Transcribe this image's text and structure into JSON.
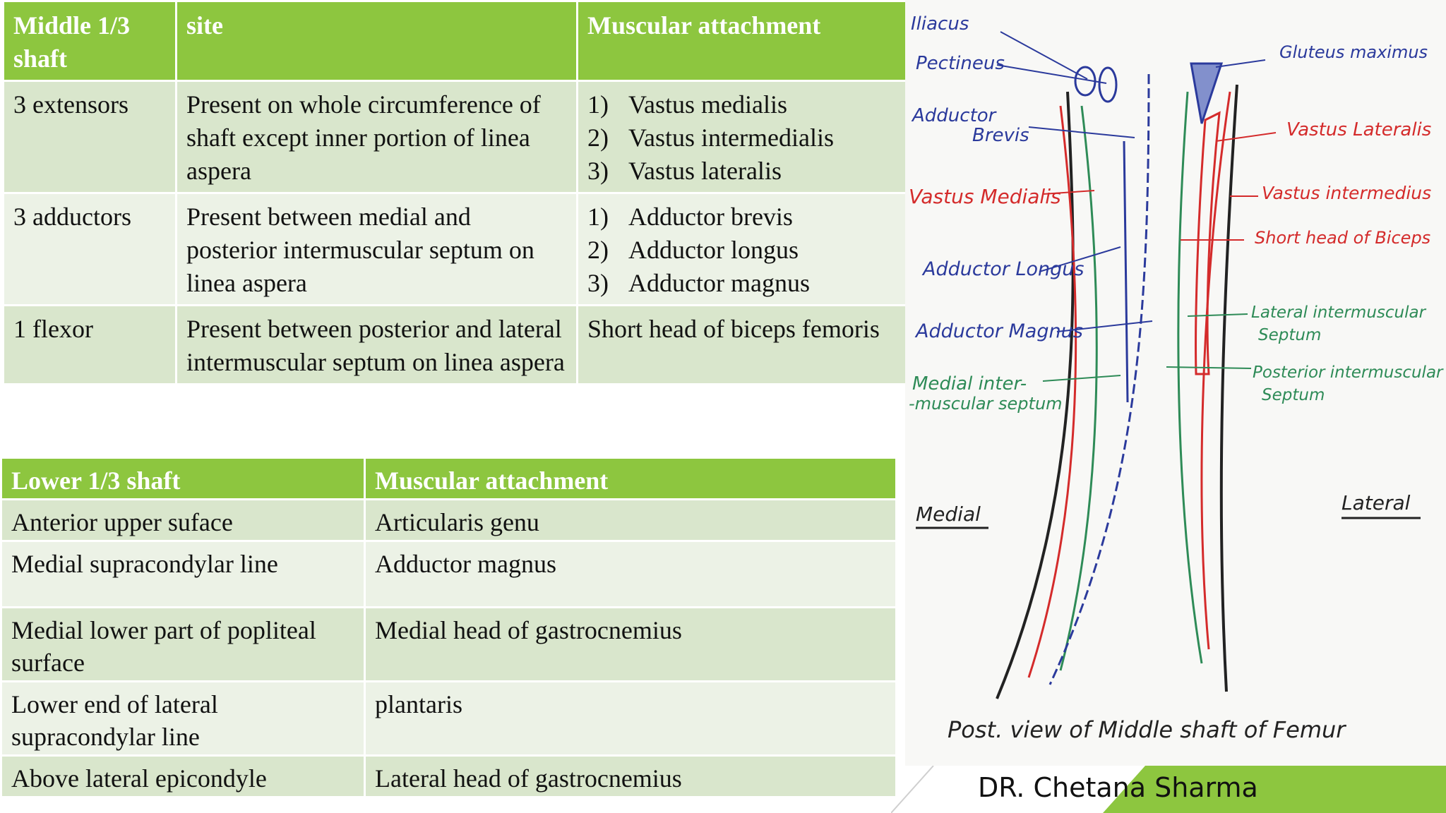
{
  "table_middle": {
    "headers": [
      "Middle 1/3 shaft",
      "site",
      "Muscular attachment"
    ],
    "rows": [
      {
        "group": "3 extensors",
        "site": "Present on whole circumference of shaft except inner portion of linea aspera",
        "attachments": [
          "Vastus medialis",
          "Vastus intermedialis",
          "Vastus lateralis"
        ]
      },
      {
        "group": "3 adductors",
        "site": "Present between medial and posterior intermuscular septum on linea aspera",
        "attachments": [
          "Adductor brevis",
          "Adductor longus",
          "Adductor magnus"
        ]
      },
      {
        "group": "1 flexor",
        "site": "Present between posterior and lateral intermuscular septum on linea aspera",
        "attachment": "Short head of biceps femoris"
      }
    ],
    "numbers": [
      "1)",
      "2)",
      "3)"
    ]
  },
  "table_lower": {
    "headers": [
      "Lower 1/3 shaft",
      "Muscular attachment"
    ],
    "rows": [
      {
        "site": "Anterior upper suface",
        "attachment": "Articularis genu"
      },
      {
        "site": "Medial supracondylar line",
        "attachment": "Adductor magnus"
      },
      {
        "site": "Medial lower part of popliteal surface",
        "attachment": "Medial head of gastrocnemius"
      },
      {
        "site": "Lower end of lateral supracondylar line",
        "attachment": "plantaris"
      },
      {
        "site": "Above lateral epicondyle",
        "attachment": "Lateral head of gastrocnemius"
      }
    ]
  },
  "drawing": {
    "labels_left": [
      "Iliacus",
      "Pectineus",
      "Adductor",
      "Brevis",
      "Vastus Medialis",
      "Adductor Longus",
      "Adductor Magnus",
      "Medial inter-",
      "-muscular septum"
    ],
    "labels_right": [
      "Gluteus maximus",
      "Vastus Lateralis",
      "Vastus intermedius",
      "Short head of Biceps",
      "Lateral intermuscular",
      "Septum",
      "Posterior intermuscular",
      "Septum"
    ],
    "side_left": "Medial",
    "side_right": "Lateral",
    "caption": "Post. view of Middle shaft of Femur"
  },
  "colors": {
    "header_green": "#8dc63f",
    "row_dark": "#d9e6cc",
    "row_light": "#ecf2e6",
    "ink_blue": "#2b3a9c",
    "ink_red": "#d42b2b",
    "ink_green": "#2e8b57"
  },
  "footer": {
    "credit": "DR. Chetana Sharma"
  }
}
